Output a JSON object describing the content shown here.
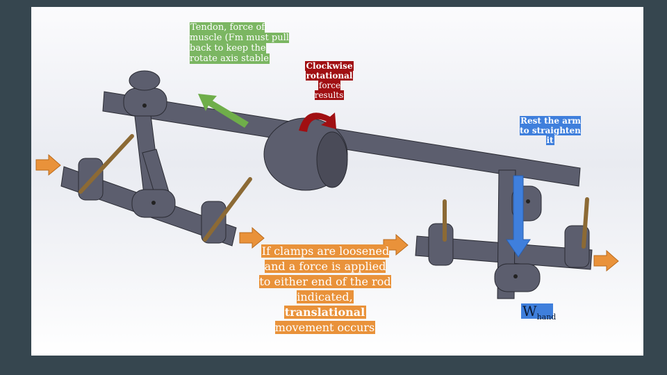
{
  "labels": {
    "tendon": "Tendon, force of muscle (Fm must pull back to keep the rotate axis stable",
    "clockwise_line1": "Clockwise",
    "clockwise_line2": "rotational",
    "clockwise_line3": "force results",
    "rest": "Rest the arm to straighten it",
    "translation_pre": "If clamps are loosened and a force is applied to either end of the rod indicated, ",
    "translation_bold": "translational",
    "translation_post": " movement occurs",
    "weight_main": "W",
    "weight_sub": "hand"
  },
  "colors": {
    "green": "#7bb662",
    "red": "#a00f12",
    "blue": "#3f7fdc",
    "orange": "#e9923a",
    "rod": "#5a5c6c"
  }
}
